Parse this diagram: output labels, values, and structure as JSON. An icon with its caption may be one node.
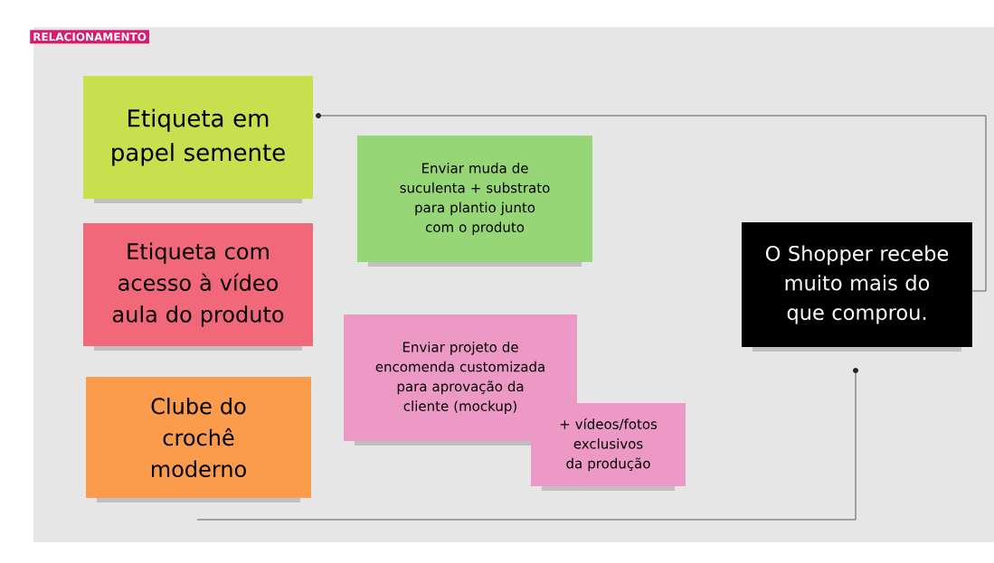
{
  "diagram": {
    "title": "RELACIONAMENTO",
    "nodes": [
      {
        "text": [
          "Etiqueta em papel semente"
        ]
      },
      {
        "text": [
          "Etiqueta com acesso à vídeo aula do produto"
        ]
      },
      {
        "text": [
          "Clube do crochê moderno"
        ]
      },
      {
        "text": [
          "Enviar muda de suculenta + substrato para plantio junto com o produto"
        ]
      },
      {
        "text": [
          "Enviar projeto de encomenda customizada para aprovação da cliente (mockup)"
        ]
      },
      {
        "text": [
          "+ vídeos/fotos exclusivos da produção"
        ]
      },
      {
        "text": [
          "O Shopper recebe muito mais do que comprou."
        ]
      },
      {
        "text": [],
        "shape": "circle"
      },
      {
        "text": [],
        "shape": "circle"
      }
    ],
    "edges": [
      {
        "from": 7,
        "to": 6,
        "arrow": "none"
      },
      {
        "from": 8,
        "to": null,
        "arrow": "none"
      }
    ]
  }
}
